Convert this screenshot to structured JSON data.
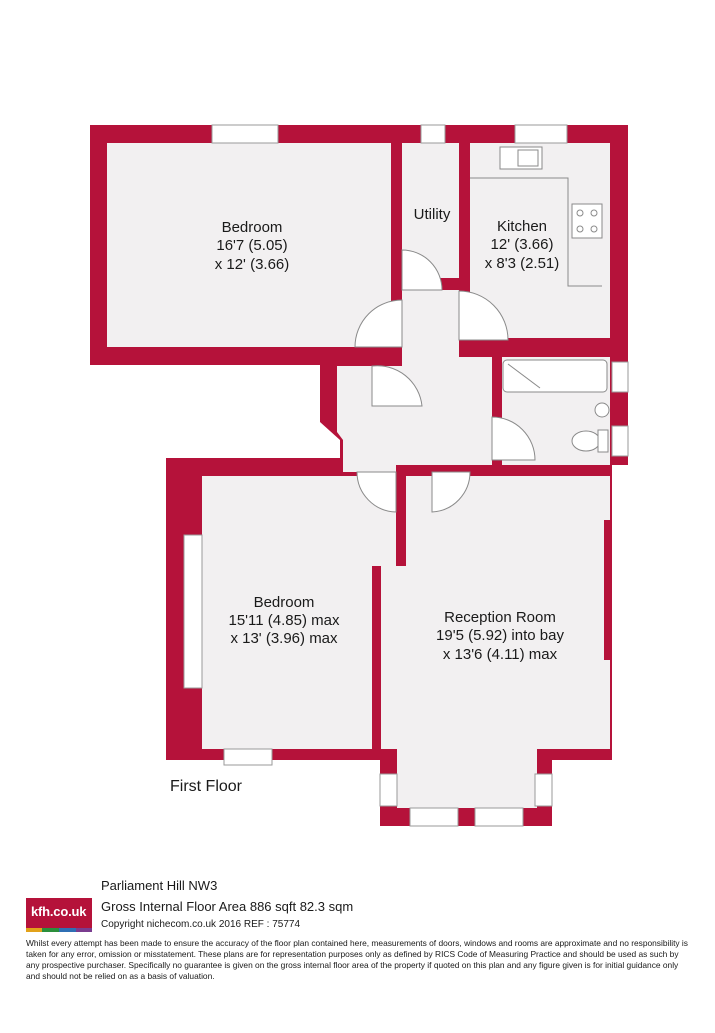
{
  "colors": {
    "wall": "#b5123a",
    "floor": "#f2f0f1",
    "line": "#7a7a7a",
    "text": "#1a1a1a",
    "logo_bg": "#b5123a",
    "logo_stripes": [
      "#e2a21a",
      "#2b8f3c",
      "#2f6fb4",
      "#7a3c8f"
    ]
  },
  "rooms": {
    "bedroom1": {
      "name": "Bedroom",
      "dim1": "16'7 (5.05)",
      "dim2": "x 12' (3.66)"
    },
    "utility": {
      "name": "Utility"
    },
    "kitchen": {
      "name": "Kitchen",
      "dim1": "12' (3.66)",
      "dim2": "x 8'3 (2.51)"
    },
    "bedroom2": {
      "name": "Bedroom",
      "dim1": "15'11 (4.85) max",
      "dim2": "x 13' (3.96) max"
    },
    "reception": {
      "name": "Reception Room",
      "dim1": "19'5 (5.92) into bay",
      "dim2": "x 13'6 (4.11) max"
    }
  },
  "floor_label": "First Floor",
  "footer": {
    "logo_text": "kfh.co.uk",
    "property": "Parliament Hill  NW3",
    "area": "Gross Internal Floor Area 886 sqft 82.3 sqm",
    "copyright": "Copyright nichecom.co.uk 2016 REF : 75774",
    "disclaimer": "Whilst every attempt has been made to ensure the accuracy of the floor plan contained here, measurements of doors, windows and rooms are approximate and no responsibility is taken for any error, omission or misstatement.  These plans are for representation purposes only as defined by RICS Code of Measuring Practice and should be used as such by any prospective purchaser.  Specifically no guarantee is given on the gross internal floor area of the property if quoted on this plan and any figure given is for initial guidance only and should not be relied on as a basis of valuation."
  }
}
